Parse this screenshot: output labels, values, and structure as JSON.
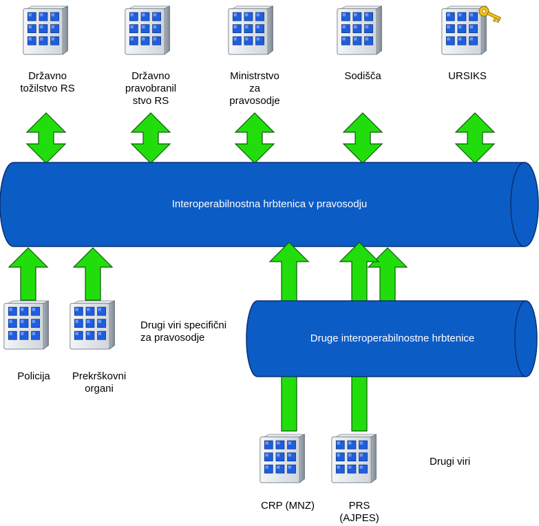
{
  "nodes": {
    "tozilstvo": {
      "lines": [
        "Državno",
        "tožilstvo RS"
      ]
    },
    "pravobranil": {
      "lines": [
        "Državno",
        "pravobranil",
        "stvo RS"
      ]
    },
    "ministrstvo": {
      "lines": [
        "Ministrstvo",
        "za",
        "pravosodje"
      ]
    },
    "sodisca": {
      "lines": [
        "Sodišča"
      ]
    },
    "ursiks": {
      "lines": [
        "URSIKS"
      ],
      "badge": "key-icon"
    },
    "policija": {
      "lines": [
        "Policija"
      ]
    },
    "prekrskovni": {
      "lines": [
        "Prekrškovni",
        "organi"
      ]
    },
    "crp": {
      "lines": [
        "CRP (MNZ)"
      ]
    },
    "prs": {
      "lines": [
        "PRS",
        "(AJPES)"
      ]
    }
  },
  "backbones": {
    "main": {
      "label": "Interoperabilnostna hrbtenica v pravosodju"
    },
    "other": {
      "label": "Druge interoperabilnostne hrbtenice"
    }
  },
  "notes": {
    "specific": [
      "Drugi viri specifični",
      "za pravosodje"
    ],
    "other": [
      "Drugi viri"
    ]
  },
  "colors": {
    "pipe": "#0c5cc6",
    "pipe_edge": "#08306e",
    "arrow": "#22dd0c",
    "arrow_edge": "#0a5a06",
    "window": "#1e5ee0"
  }
}
